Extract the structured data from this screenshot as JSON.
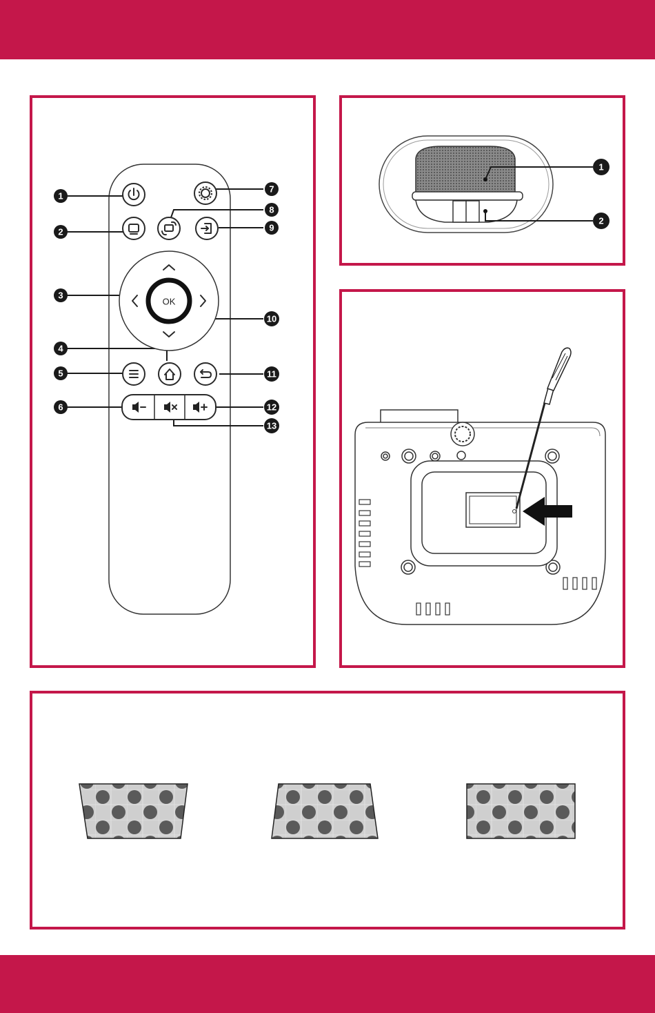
{
  "colors": {
    "accent": "#c4174a",
    "ink": "#1a1a1a",
    "dot": "#5a5a5a",
    "pattern_bg": "#cfcfcf"
  },
  "remote": {
    "ok_label": "OK",
    "callouts": [
      {
        "num": "1",
        "target": "power-button"
      },
      {
        "num": "2",
        "target": "screen-button"
      },
      {
        "num": "3",
        "target": "direction-pad"
      },
      {
        "num": "4",
        "target": "home-button"
      },
      {
        "num": "5",
        "target": "menu-button"
      },
      {
        "num": "6",
        "target": "volume-down-button"
      },
      {
        "num": "7",
        "target": "settings-button"
      },
      {
        "num": "8",
        "target": "rotate-button"
      },
      {
        "num": "9",
        "target": "input-source-button"
      },
      {
        "num": "10",
        "target": "ok-button"
      },
      {
        "num": "11",
        "target": "back-button"
      },
      {
        "num": "12",
        "target": "volume-up-button"
      },
      {
        "num": "13",
        "target": "mute-button"
      }
    ],
    "icons": {
      "power": "power-icon",
      "screen": "screen-icon",
      "settings": "settings-icon",
      "rotate": "rotate-icon",
      "input": "input-source-icon",
      "menu": "menu-icon",
      "home": "home-icon",
      "back": "back-icon",
      "volume_down": "volume-down-icon",
      "mute": "mute-icon",
      "volume_up": "volume-up-icon"
    }
  },
  "lens": {
    "callouts": [
      {
        "num": "1",
        "target": "lens"
      },
      {
        "num": "2",
        "target": "focus-adjuster"
      }
    ]
  },
  "bottom_view": {
    "icons": {
      "screwdriver": "screwdriver-icon",
      "arrow": "arrow-left-icon"
    }
  },
  "keystone": {
    "images": [
      "trapezoid-narrow-bottom",
      "trapezoid-narrow-top",
      "rectangle-corrected"
    ]
  }
}
